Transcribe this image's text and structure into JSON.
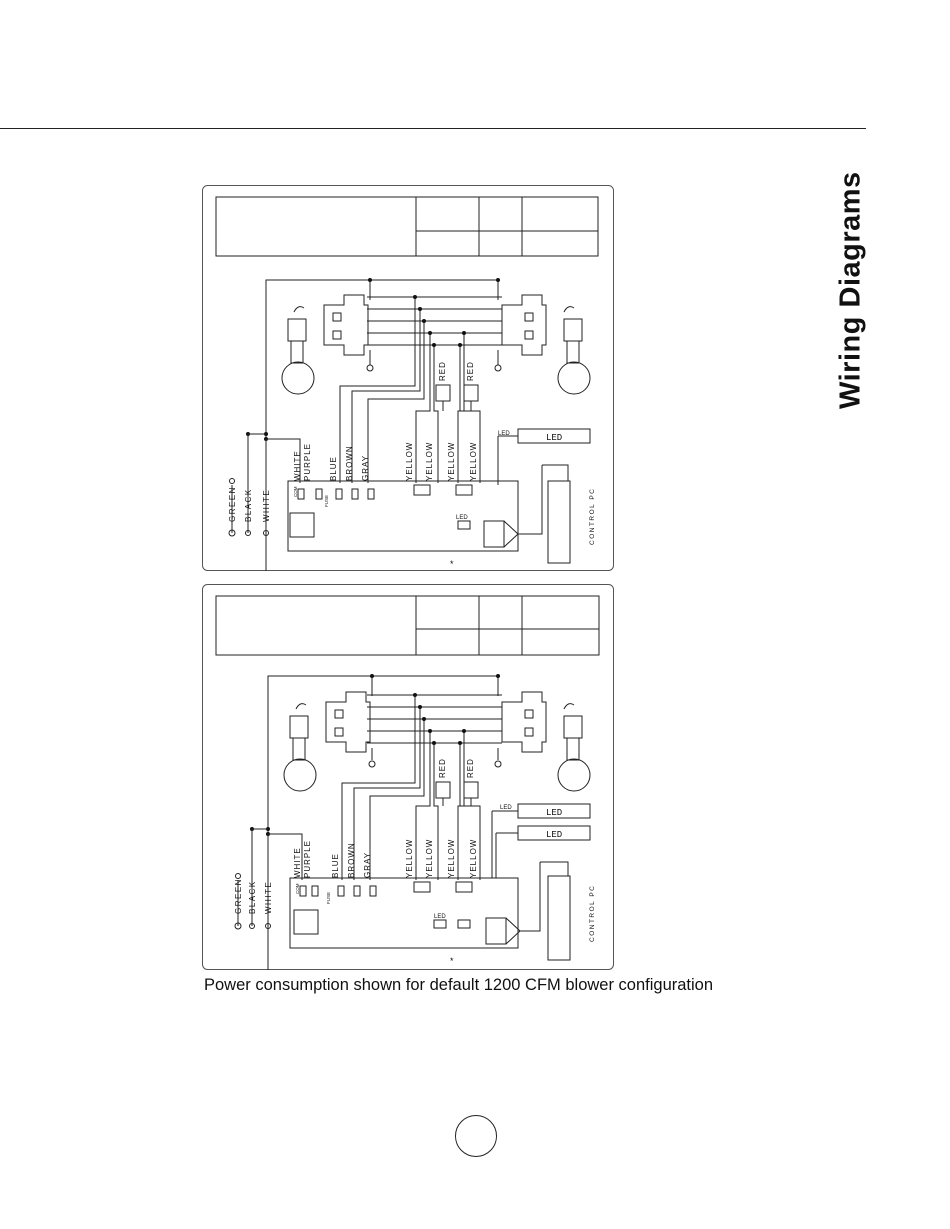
{
  "page": {
    "side_title": "Wiring Diagrams",
    "caption": "Power consumption shown for default 1200 CFM blower configuration"
  },
  "diagrams": [
    {
      "power_labels": [
        "GREEN",
        "BLACK",
        "WHITE"
      ],
      "terminal_labels": [
        "WHITE",
        "PURPLE",
        "BLUE",
        "BROWN",
        "GRAY"
      ],
      "motor_lead_labels": [
        "YELLOW",
        "YELLOW",
        "YELLOW",
        "YELLOW"
      ],
      "red_labels": [
        "RED",
        "RED"
      ],
      "led_labels": [
        "LED"
      ],
      "led_small": "LED",
      "led_tag": "LED",
      "com_label": "COM",
      "fuse_label": "FUSE",
      "control_label": "CONTROL PC",
      "asterisk": "*"
    },
    {
      "power_labels": [
        "GREEN",
        "BLACK",
        "WHITE"
      ],
      "terminal_labels": [
        "WHITE",
        "PURPLE",
        "BLUE",
        "BROWN",
        "GRAY"
      ],
      "motor_lead_labels": [
        "YELLOW",
        "YELLOW",
        "YELLOW",
        "YELLOW"
      ],
      "red_labels": [
        "RED",
        "RED"
      ],
      "led_labels": [
        "LED",
        "LED"
      ],
      "led_small": "LED",
      "led_tag": "LED",
      "com_label": "COM",
      "fuse_label": "FUSE",
      "control_label": "CONTROL PC",
      "asterisk": "*"
    }
  ]
}
